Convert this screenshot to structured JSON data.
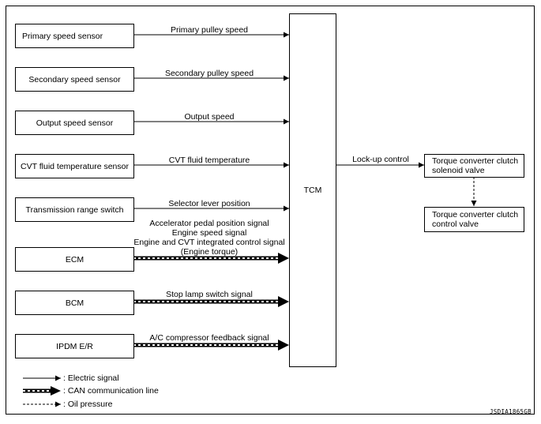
{
  "sensors": [
    {
      "box": "Primary speed sensor",
      "signal": "Primary pulley speed"
    },
    {
      "box": "Secondary speed sensor",
      "signal": "Secondary pulley speed"
    },
    {
      "box": "Output speed sensor",
      "signal": "Output speed"
    },
    {
      "box": "CVT fluid temperature sensor",
      "signal": "CVT fluid temperature"
    },
    {
      "box": "Transmission range switch",
      "signal": "Selector lever position"
    }
  ],
  "modules": [
    {
      "box": "ECM",
      "signal_lines": [
        "Accelerator pedal position signal",
        "Engine speed signal",
        "Engine and CVT integrated control signal",
        "(Engine torque)"
      ]
    },
    {
      "box": "BCM",
      "signal_lines": [
        "Stop lamp switch signal"
      ]
    },
    {
      "box": "IPDM E/R",
      "signal_lines": [
        "A/C compressor feedback signal"
      ]
    }
  ],
  "tcm": "TCM",
  "lockup_signal": "Lock-up control",
  "outputs": {
    "solenoid": [
      "Torque converter clutch",
      "solenoid valve"
    ],
    "valve": [
      "Torque converter clutch",
      "control valve"
    ]
  },
  "legend": {
    "electric": ": Electric signal",
    "can": ": CAN communication line",
    "oil": ": Oil pressure"
  },
  "figure_code": "JSDIA1865GB",
  "colors": {
    "line": "#000000",
    "background": "#ffffff"
  }
}
